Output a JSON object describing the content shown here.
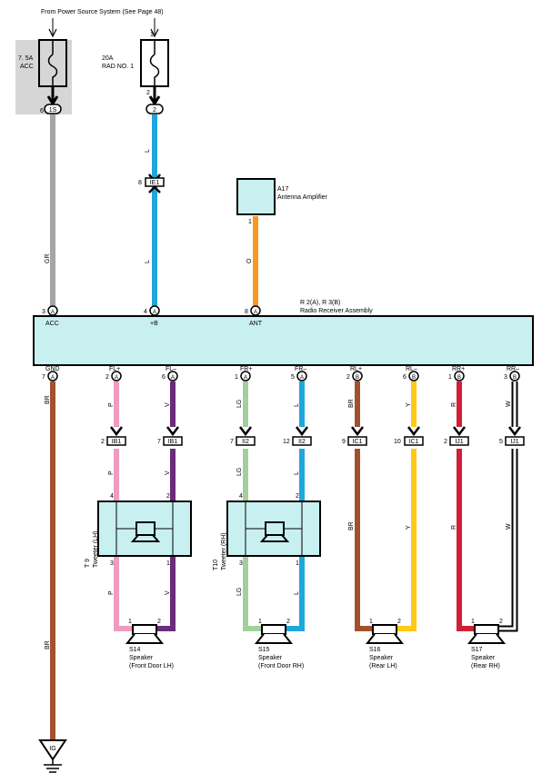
{
  "header": {
    "source_note": "From Power Source System (See Page 48)"
  },
  "fuses": [
    {
      "id": "fuse-acc",
      "rating": "7. 5A",
      "name": "ACC",
      "pin_top": "",
      "pin_bottom": "6",
      "connector": "1S",
      "in_gray_box": true
    },
    {
      "id": "fuse-rad",
      "rating": "20A",
      "name": "RAD NO. 1",
      "pin_top": "1",
      "pin_bottom": "2",
      "connector": "2",
      "in_gray_box": false
    }
  ],
  "connectors_mid": [
    {
      "pin": "8",
      "code": "IE1"
    }
  ],
  "antenna_amp": {
    "code": "A17",
    "name": "Antenna Amplifier",
    "pin": "1"
  },
  "radio": {
    "codes": "R 2(A), R 3(B)",
    "name": "Radio Receiver Assembly",
    "top_pins": [
      {
        "label": "ACC",
        "pin": "3",
        "letter": "A"
      },
      {
        "label": "+B",
        "pin": "4",
        "letter": "A"
      },
      {
        "label": "ANT",
        "pin": "8",
        "letter": "A"
      }
    ],
    "bottom_pins": [
      {
        "label": "GND",
        "pin": "7",
        "letter": "A"
      },
      {
        "label": "FL+",
        "pin": "2",
        "letter": "A"
      },
      {
        "label": "FL–",
        "pin": "6",
        "letter": "A"
      },
      {
        "label": "FR+",
        "pin": "1",
        "letter": "A"
      },
      {
        "label": "FR–",
        "pin": "5",
        "letter": "A"
      },
      {
        "label": "RL+",
        "pin": "2",
        "letter": "B"
      },
      {
        "label": "RL–",
        "pin": "6",
        "letter": "B"
      },
      {
        "label": "RR+",
        "pin": "1",
        "letter": "B"
      },
      {
        "label": "RR–",
        "pin": "3",
        "letter": "B"
      }
    ]
  },
  "wire_codes": {
    "gr": "GR",
    "l_top1": "L",
    "l_top2": "L",
    "o": "O",
    "br_gnd": "BR",
    "br_gnd2": "BR",
    "fl_p1": "P",
    "fl_v1": "V",
    "fr_lg1": "LG",
    "fr_l1": "L",
    "rl_br1": "BR",
    "rl_y1": "Y",
    "rr_r1": "R",
    "rr_w1": "W",
    "fl_p2": "P",
    "fl_v2": "V",
    "fr_lg2": "LG",
    "fr_l2": "L",
    "rl_br2": "BR",
    "rl_y2": "Y",
    "rr_r2": "R",
    "rr_w2": "W",
    "fl_p3": "P",
    "fl_v3": "V",
    "fr_lg3": "LG",
    "fr_l3": "L"
  },
  "junctions": [
    {
      "pin": "2",
      "code": "IB1"
    },
    {
      "pin": "7",
      "code": "IB1"
    },
    {
      "pin": "7",
      "code": "II2"
    },
    {
      "pin": "12",
      "code": "II2"
    },
    {
      "pin": "9",
      "code": "IC1"
    },
    {
      "pin": "10",
      "code": "IC1"
    },
    {
      "pin": "2",
      "code": "IJ1"
    },
    {
      "pin": "5",
      "code": "IJ1"
    }
  ],
  "tweeters": [
    {
      "code": "T 9",
      "name": "Tweeter (LH)",
      "pin_tl": "4",
      "pin_tr": "2",
      "pin_bl": "3",
      "pin_br": "1"
    },
    {
      "code": "T10",
      "name": "Tweeter (RH)",
      "pin_tl": "4",
      "pin_tr": "2",
      "pin_bl": "3",
      "pin_br": "1"
    }
  ],
  "speakers": [
    {
      "code": "S14",
      "name": "Speaker",
      "pos": "(Front Door LH)",
      "pin1": "1",
      "pin2": "2"
    },
    {
      "code": "S15",
      "name": "Speaker",
      "pos": "(Front Door RH)",
      "pin1": "1",
      "pin2": "2"
    },
    {
      "code": "S16",
      "name": "Speaker",
      "pos": "(Rear LH)",
      "pin1": "1",
      "pin2": "2"
    },
    {
      "code": "S17",
      "name": "Speaker",
      "pos": "(Rear RH)",
      "pin1": "1",
      "pin2": "2"
    }
  ],
  "ground": {
    "code": "IG"
  },
  "colors": {
    "gray": "#a5a5a5",
    "blue": "#1ea7dc",
    "orange": "#f79a1e",
    "brown": "#a0522d",
    "pink": "#ef9bbf",
    "purple": "#6b2c7a",
    "lightgreen": "#a3cf9e",
    "yellow": "#ffc914",
    "red": "#d01f36",
    "white": "#ffffff",
    "box": "#c9f0f0",
    "graybox": "#d6d6d6"
  }
}
